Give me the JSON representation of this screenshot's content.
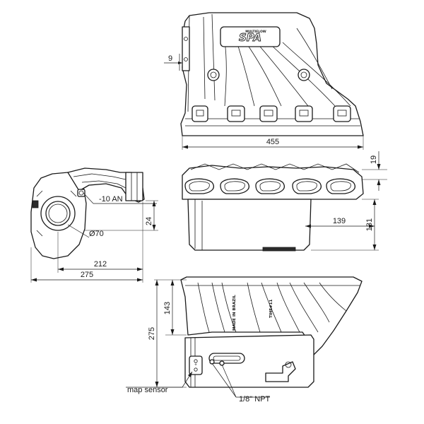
{
  "dimensions": {
    "top_offset": "9",
    "top_width": "455",
    "front_flange_height": "19",
    "front_height": "131",
    "front_runner_offset": "139",
    "side_fitting": "-10 AN",
    "side_tb_diameter": "Ø70",
    "side_center_height": "24",
    "side_tb_offset": "212",
    "side_width": "275",
    "plan_upper": "143",
    "plan_total": "275"
  },
  "callouts": {
    "map_sensor": "map sensor",
    "npt_port": "1/8\" NPT"
  },
  "castings": {
    "logo": "SPA",
    "logo_sub": "MULTIFLOW",
    "made_in": "MADE IN BRAZIL",
    "model": "TIHE#11"
  }
}
